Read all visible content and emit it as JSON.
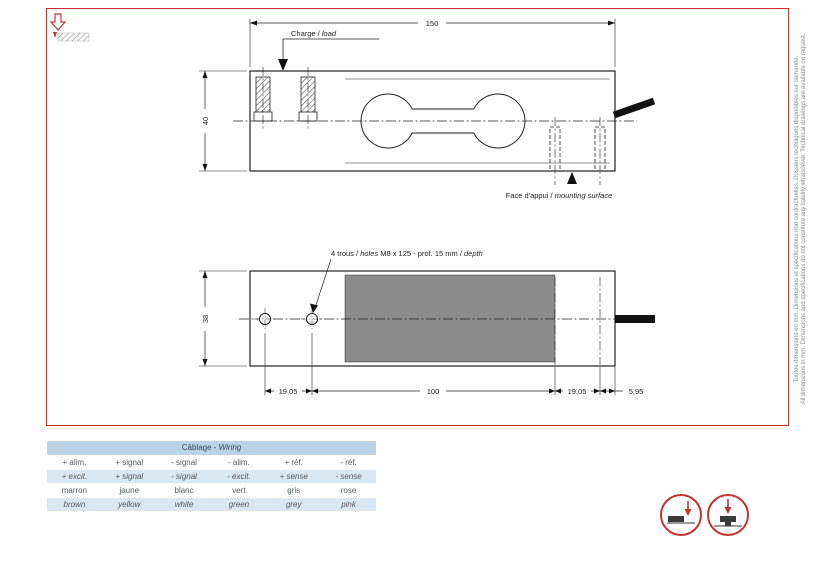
{
  "page": {
    "side_note_fr": "Toutes dimensions en mm. Dimensions et spécifications non contractuelles. Dossiers techniques disponibles sur demande.",
    "side_note_en": "All dimensions in mm. Dimensions and specifications do not constitute any liability whatsoever. Technical drawings are available on request."
  },
  "drawing": {
    "dim_width": "150",
    "dim_height_side": "40",
    "dim_height_plan": "38",
    "dim_left_holes": "19,05",
    "dim_center": "100",
    "dim_right_holes": "19,05",
    "dim_edge": "5,95",
    "charge_fr": "Charge / ",
    "charge_en": "load",
    "mount_fr": "Face d'appui / ",
    "mount_en": "mounting surface",
    "holes_part1": "4 trous / ",
    "holes_part2": "holes",
    "holes_part3": " M8 x 125 - prof. 15 mm / ",
    "holes_part4": "depth"
  },
  "colors": {
    "frame_red": "#c4342d",
    "grey_fill": "#8b8b8b",
    "table_header": "#bcd3e4",
    "table_row": "#d9e7f2"
  },
  "wiring_table": {
    "title_fr": "Câblage - ",
    "title_en": "Wiring",
    "rows": [
      [
        "+ alim.",
        "+ signal",
        "- signal",
        "- alim.",
        "+ réf.",
        "- réf."
      ],
      [
        "+ excit.",
        "+ signal",
        "- signal",
        "- excit.",
        "+ sense",
        "- sense"
      ],
      [
        "marron",
        "jaune",
        "blanc",
        "vert",
        "gris",
        "rose"
      ],
      [
        "brown",
        "yellow",
        "white",
        "green",
        "grey",
        "pink"
      ]
    ]
  }
}
